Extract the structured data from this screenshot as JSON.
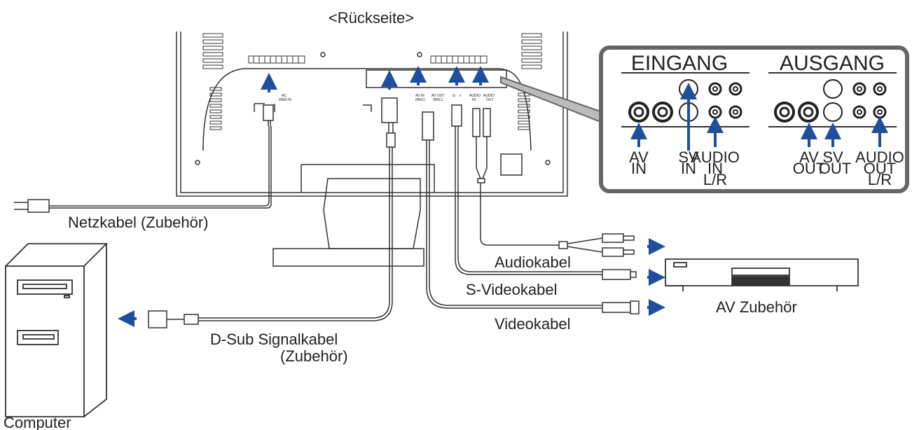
{
  "title": "<Rückseite>",
  "panel": {
    "input_header": "EINGANG",
    "output_header": "AUSGANG",
    "labels": {
      "av_in": [
        "AV",
        "IN"
      ],
      "sv_in": [
        "SV",
        "IN"
      ],
      "audio_in": [
        "AUDIO",
        "IN",
        "L/R"
      ],
      "av_out": [
        "AV",
        "OUT"
      ],
      "sv_out": [
        "SV",
        "OUT"
      ],
      "audio_out": [
        "AUDIO",
        "OUT",
        "L/R"
      ]
    }
  },
  "port_labels": {
    "ac": [
      "AC",
      "WER IN"
    ],
    "av_in": [
      "AV IN",
      "(BNC)"
    ],
    "av_out": [
      "AV OUT",
      "(BNC)"
    ],
    "s_video": [
      "S-",
      "v"
    ],
    "audio_in": [
      "AUDIO",
      "IN"
    ],
    "audio_out": [
      "AUDIO",
      "OUT"
    ]
  },
  "cables": {
    "power": "Netzkabel (Zubehör)",
    "dsub_line1": "D-Sub Signalkabel",
    "dsub_line2": "(Zubehör)",
    "audio": "Audiokabel",
    "svideo": "S-Videokabel",
    "video": "Videokabel"
  },
  "devices": {
    "computer": "Computer",
    "av_device": "AV Zubehör"
  },
  "colors": {
    "arrow": "#1f4e9c",
    "line": "#333333",
    "panel_border": "#666666"
  }
}
